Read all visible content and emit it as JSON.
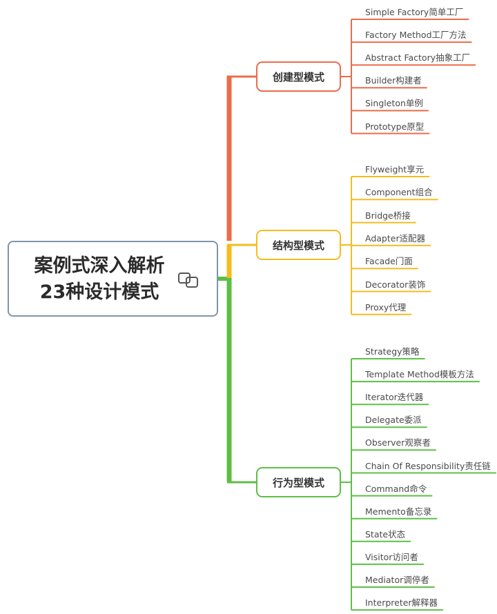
{
  "title": "案例式深入解析\n23种设计模式",
  "colors": {
    "root_border": "#7f93ae",
    "creational": "#ec6b49",
    "structural": "#f7bb1c",
    "behavioral": "#5cbf45"
  },
  "icons": {
    "root_link": "link-icon"
  },
  "branches": [
    {
      "key": "creational",
      "label": "创建型模式",
      "color": "#ec6b49",
      "items": [
        "Simple Factory简单工厂",
        "Factory Method工厂方法",
        "Abstract Factory抽象工厂",
        "Builder构建者",
        "Singleton单例",
        "Prototype原型"
      ]
    },
    {
      "key": "structural",
      "label": "结构型模式",
      "color": "#f7bb1c",
      "items": [
        "Flyweight享元",
        "Component组合",
        "Bridge桥接",
        "Adapter适配器",
        "Facade门面",
        "Decorator装饰",
        "Proxy代理"
      ]
    },
    {
      "key": "behavioral",
      "label": "行为型模式",
      "color": "#5cbf45",
      "items": [
        "Strategy策略",
        "Template Method模板方法",
        "Iterator迭代器",
        "Delegate委派",
        "Observer观察者",
        "Chain Of Responsibility责任链",
        "Command命令",
        "Memento备忘录",
        "State状态",
        "Visitor访问者",
        "Mediator调停者",
        "Interpreter解释器"
      ]
    }
  ]
}
